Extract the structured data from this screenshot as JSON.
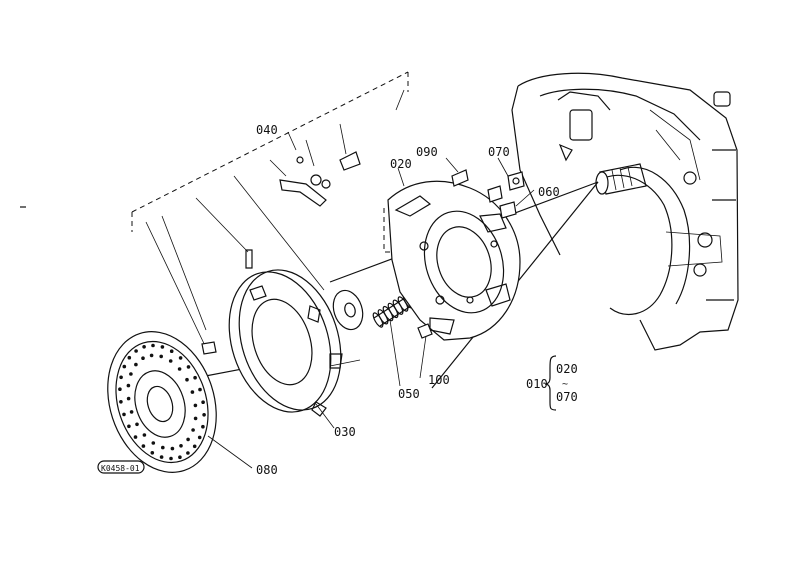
{
  "parts": {
    "p010": "010",
    "p020": "020",
    "p030": "030",
    "p040": "040",
    "p050": "050",
    "p060": "060",
    "p070": "070",
    "p080": "080",
    "p090": "090",
    "p100": "100"
  },
  "assembly": {
    "number": "010",
    "range_from": "020",
    "range_sep": "~",
    "range_to": "070"
  },
  "figure_code": "K0458-01"
}
